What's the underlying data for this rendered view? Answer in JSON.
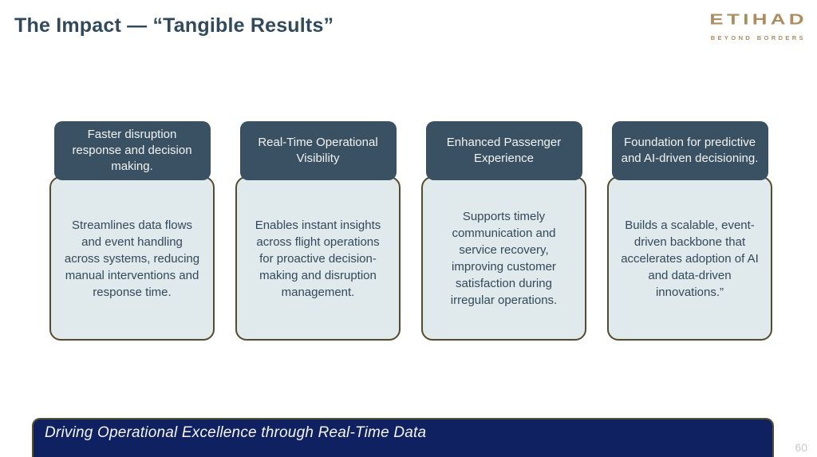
{
  "slide": {
    "title": "The Impact — “Tangible Results”",
    "page_number": "60"
  },
  "logo": {
    "brand": "ETIHAD",
    "tagline": "BEYOND BORDERS",
    "color": "#ab8d5f"
  },
  "colors": {
    "title_text": "#31495c",
    "card_header_bg": "#3a5163",
    "card_header_text": "#f2f2f2",
    "card_body_bg": "#e0e9ec",
    "card_body_border": "#554b2e",
    "card_body_text": "#33495a",
    "banner_bg": "#0f2161",
    "banner_border": "#57502f",
    "banner_text": "#f5f5f5"
  },
  "cards": [
    {
      "header": "Faster disruption response and decision making.",
      "body": "Streamlines data flows and event handling across systems, reducing manual interventions and response time."
    },
    {
      "header": "Real-Time Operational Visibility",
      "body": "Enables instant insights across flight operations for proactive decision-making and disruption management."
    },
    {
      "header": "Enhanced Passenger Experience",
      "body": "Supports timely communication and service recovery, improving customer satisfaction during irregular operations."
    },
    {
      "header": "Foundation for predictive and AI-driven decisioning.",
      "body": "Builds a scalable, event-driven backbone that accelerates adoption of AI and data-driven innovations.”"
    }
  ],
  "footer": {
    "banner_text": "Driving Operational Excellence through Real-Time Data"
  }
}
